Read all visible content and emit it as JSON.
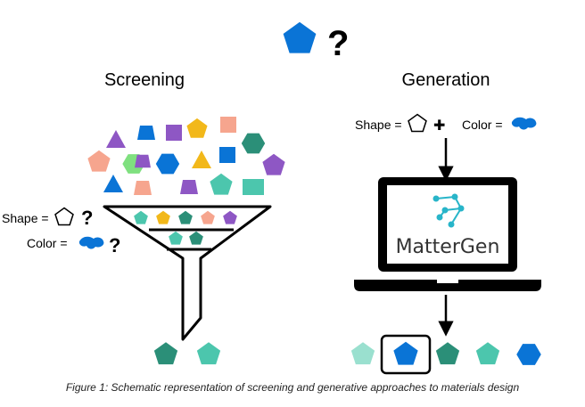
{
  "colors": {
    "blue": "#0a74d6",
    "purple": "#8e57c4",
    "gold": "#f2b81a",
    "salmon": "#f6a58e",
    "teal": "#2b8f78",
    "mint": "#4cc6ad",
    "lightgreen": "#7fe07f",
    "palemint": "#9ae0cf"
  },
  "top": {
    "question_mark": "?"
  },
  "screening": {
    "heading": "Screening",
    "shape_label": "Shape =",
    "color_label": "Color =",
    "question_mark": "?"
  },
  "generation": {
    "heading": "Generation",
    "shape_label": "Shape =",
    "color_label": "Color =",
    "plus_sign": "✚",
    "brand": "MatterGen"
  },
  "caption": "Figure 1: Schematic representation of screening and generative approaches to materials design"
}
